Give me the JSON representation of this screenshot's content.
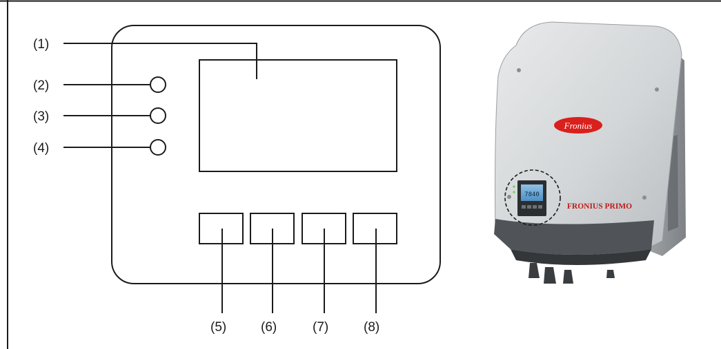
{
  "callouts": {
    "c1": "(1)",
    "c2": "(2)",
    "c3": "(3)",
    "c4": "(4)",
    "c5": "(5)",
    "c6": "(6)",
    "c7": "(7)",
    "c8": "(8)"
  },
  "product": {
    "brand_badge": "Fronius",
    "model_label": "FRONIUS PRIMO",
    "display_value": "7840"
  },
  "colors": {
    "line": "#1a1a1a",
    "housing": "#d4d7d9",
    "brand_red": "#d9201c",
    "display": "#5fa0d4"
  }
}
